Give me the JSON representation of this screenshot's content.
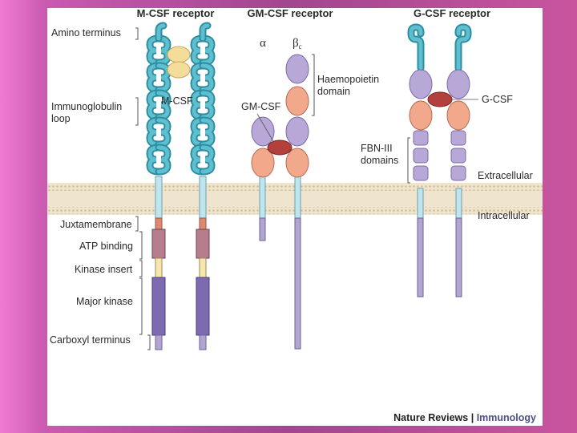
{
  "headers": {
    "mcsf": "M-CSF receptor",
    "gmcsf": "GM-CSF receptor",
    "gcsf": "G-CSF receptor"
  },
  "left_labels": {
    "amino_terminus": "Amino terminus",
    "immunoglobulin_line1": "Immunoglobulin",
    "immunoglobulin_line2": "loop",
    "juxtamembrane": "Juxtamembrane",
    "atp_binding": "ATP binding",
    "kinase_insert": "Kinase insert",
    "major_kinase": "Major kinase",
    "carboxyl_terminus": "Carboxyl terminus"
  },
  "ligands": {
    "mcsf": "M-CSF",
    "gmcsf": "GM-CSF",
    "gcsf": "G-CSF"
  },
  "subunits": {
    "alpha": "α",
    "beta": "β",
    "beta_sub": "c"
  },
  "domains": {
    "haemopoietin_line1": "Haemopoietin",
    "haemopoietin_line2": "domain",
    "fbn_line1": "FBN-III",
    "fbn_line2": "domains"
  },
  "membrane": {
    "extracellular": "Extracellular",
    "intracellular": "Intracellular"
  },
  "source": {
    "journal": "Nature Reviews",
    "separator": " | ",
    "section": "Immunology"
  },
  "colors": {
    "ig_loop": "#5fbfcf",
    "ig_loop_edge": "#2c8ea2",
    "stalk": "#bfe6ee",
    "purple_domain": "#b7a8d8",
    "salmon_domain": "#f2a88a",
    "ligand_red": "#b3403c",
    "mcsf_ligand": "#f4dc9a",
    "kinase_purple": "#7c6bb0",
    "atp_mauve": "#b57d8d",
    "membrane": "#efe5ce",
    "tail": "#b2a6d1"
  }
}
